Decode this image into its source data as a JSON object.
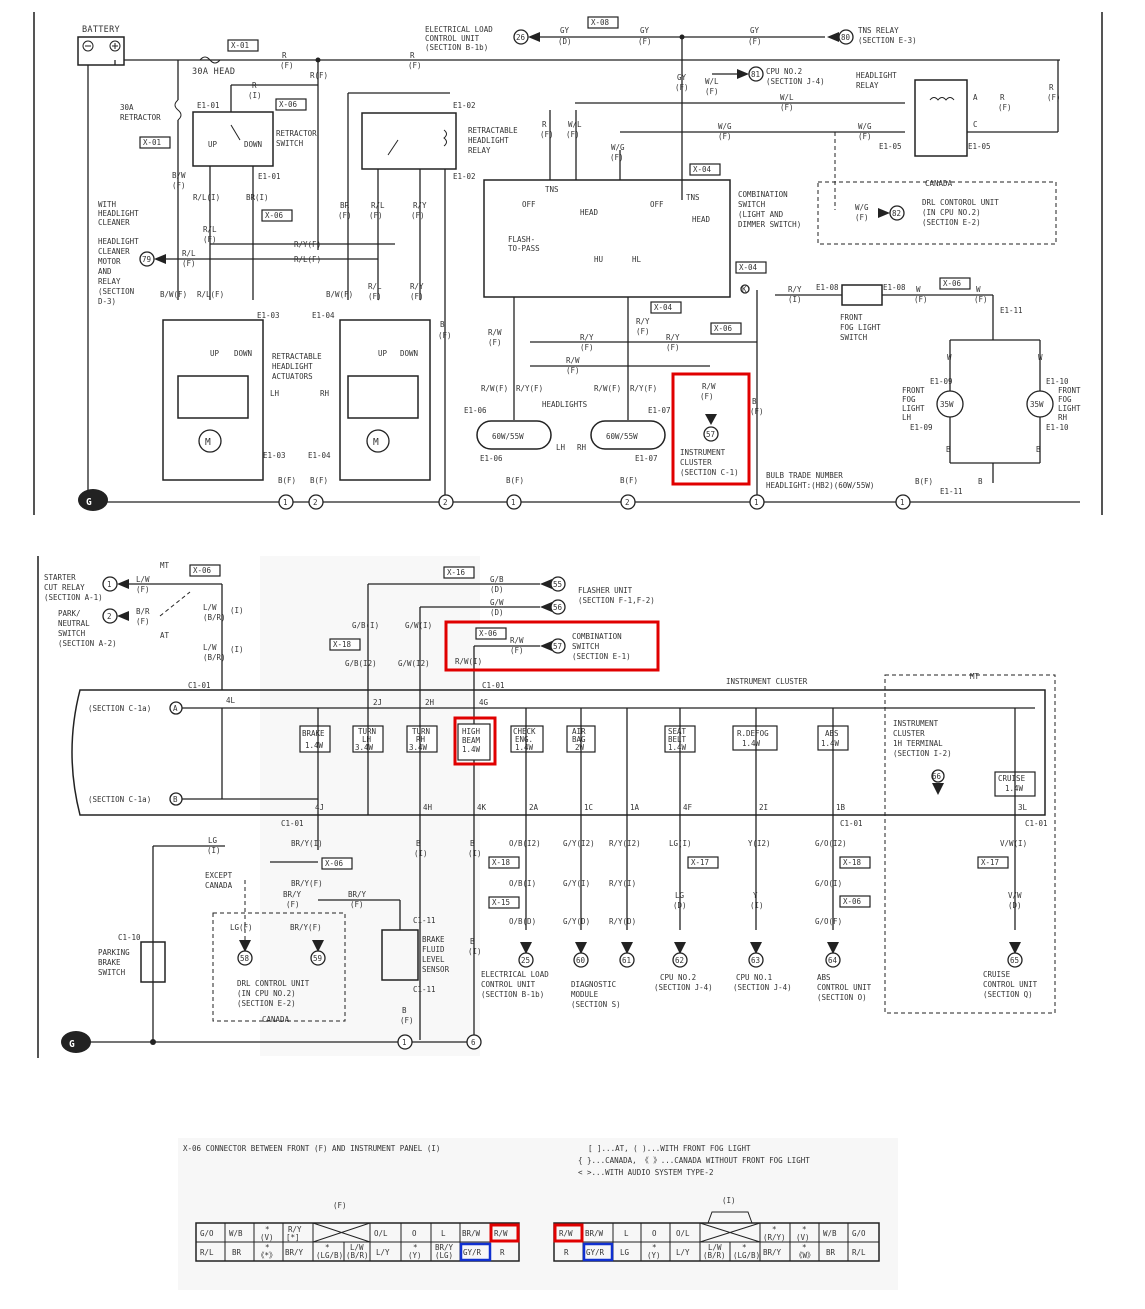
{
  "top": {
    "battery": "BATTERY",
    "head_fuse": "30A HEAD",
    "retractor_fuse": "30A RETRACTOR",
    "elc_unit": "ELECTRICAL LOAD CONTROL UNIT (SECTION B-1b)",
    "tns_relay": "TNS RELAY (SECTION E-3)",
    "cpu2": "CPU NO.2 (SECTION J-4)",
    "headlight_relay": "HEADLIGHT RELAY",
    "retractor_switch": "RETRACTOR SWITCH",
    "retractable_relay": "RETRACTABLE HEADLIGHT RELAY",
    "combination_switch": "COMBINATION SWITCH (LIGHT AND DIMMER SWITCH)",
    "canada": "CANADA",
    "drl_unit": "DRL CONTOROL UNIT (IN CPU NO.2) (SECTION E-2)",
    "with_cleaner": "WITH HEADLIGHT CLEANER",
    "cleaner_motor": "HEADLIGHT CLEANER MOTOR AND RELAY (SECTION D-3)",
    "actuators": "RETRACTABLE HEADLIGHT ACTUATORS",
    "headlights": "HEADLIGHTS",
    "headlight_rating": "60W/55W",
    "instrument_cluster": "INSTRUMENT CLUSTER (SECTION C-1)",
    "fog_switch": "FRONT FOG LIGHT SWITCH",
    "fog_lh": "FRONT FOG LIGHT LH",
    "fog_rh": "FRONT FOG LIGHT RH",
    "fog_rating": "35W",
    "bulb_trade": "BULB TRADE NUMBER",
    "bulb_trade_value": "HEADLIGHT:(HB2)(60W/55W)",
    "node_numbers": [
      "26",
      "80",
      "81",
      "82",
      "79",
      "57"
    ],
    "ground_numbers": [
      "1",
      "2",
      "2",
      "1",
      "2",
      "1",
      "1"
    ]
  },
  "middle": {
    "starter_relay": "STARTER CUT RELAY (SECTION A-1)",
    "park_switch": "PARK/ NEUTRAL SWITCH (SECTION A-2)",
    "mt": "MT",
    "at": "AT",
    "flasher_unit": "FLASHER UNIT (SECTION F-1,F-2)",
    "combination_switch": "COMBINATION SWITCH (SECTION E-1)",
    "instrument_cluster": "INSTRUMENT CLUSTER",
    "section_a": "(SECTION C-1a)",
    "section_b": "(SECTION C-1a)",
    "bulbs": [
      {
        "name": "BRAKE",
        "rating": "1.4W"
      },
      {
        "name": "TURN LH",
        "rating": "3.4W"
      },
      {
        "name": "TURN RH",
        "rating": "3.4W"
      },
      {
        "name": "HIGH BEAM",
        "rating": "1.4W"
      },
      {
        "name": "CHECK ENG.",
        "rating": "1.4W"
      },
      {
        "name": "AIR BAG",
        "rating": "2W"
      },
      {
        "name": "SEAT BELT",
        "rating": "1.4W"
      },
      {
        "name": "R.DEFOG",
        "rating": "1.4W"
      },
      {
        "name": "ABS",
        "rating": "1.4W"
      },
      {
        "name": "CRUISE",
        "rating": "1.4W"
      }
    ],
    "ic_terminal": "INSTRUMENT CLUSTER 1H TERMINAL (SECTION I-2)",
    "except_canada": "EXCEPT CANADA",
    "parking_brake": "PARKING BRAKE SWITCH",
    "drl_unit": "DRL CONTROL UNIT (IN CPU NO.2) (SECTION E-2)",
    "canada": "CANADA",
    "brake_fluid": "BRAKE FLUID LEVEL SENSOR",
    "elc_unit": "ELECTRICAL LOAD CONTROL UNIT (SECTION B-1b)",
    "diag_module": "DIAGNOSTIC MODULE (SECTION S)",
    "cpu2": "CPU NO.2 (SECTION J-4)",
    "cpu1": "CPU NO.1 (SECTION J-4)",
    "abs_unit": "ABS CONTROL UNIT (SECTION O)",
    "cruise_unit": "CRUISE CONTROL UNIT (SECTION Q)",
    "node_numbers": [
      "55",
      "56",
      "57",
      "58",
      "59",
      "25",
      "60",
      "61",
      "62",
      "63",
      "64",
      "65",
      "66"
    ]
  },
  "legend": {
    "title": "X-06  CONNECTOR BETWEEN FRONT (F) AND INSTRUMENT PANEL (I)",
    "notes": [
      "[ ]...AT,    ( )...WITH FRONT FOG LIGHT",
      "{ }...CANADA, 《 》...CANADA WITHOUT FRONT FOG LIGHT",
      "< >...WITH AUDIO SYSTEM TYPE-2"
    ],
    "f_label": "(F)",
    "i_label": "(I)",
    "f_row1": [
      "G/O",
      "W/B",
      "*",
      "R/Y",
      "",
      "O/L",
      "O",
      "L",
      "BR/W",
      "R/W"
    ],
    "f_row2": [
      "R/L",
      "BR",
      "*",
      "BR/Y",
      "*",
      "L/W",
      "L/Y",
      "*",
      "BR/Y",
      "GY/R",
      "R"
    ],
    "i_row1": [
      "R/W",
      "BR/W",
      "L",
      "O",
      "O/L",
      "",
      "*",
      "*",
      "W/B",
      "G/O"
    ],
    "i_row2": [
      "R",
      "GY/R",
      "LG",
      "*",
      "L/Y",
      "L/W",
      "*",
      "BR/Y",
      "BR",
      "R/L"
    ]
  }
}
